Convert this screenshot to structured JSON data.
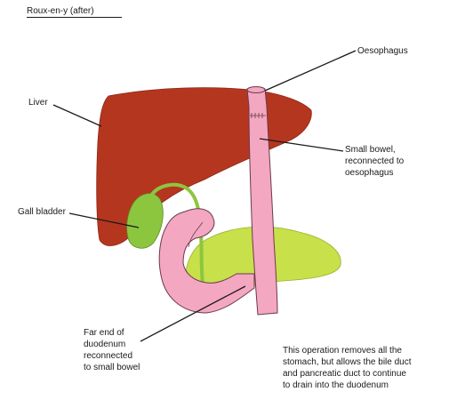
{
  "title": "Roux-en-y (after)",
  "labels": {
    "liver": "Liver",
    "gall_bladder": "Gall bladder",
    "oesophagus": "Oesophagus",
    "small_bowel": "Small bowel,\nreconnected to\noesophagus",
    "far_end": "Far end of\nduodenum\nreconnected\nto small bowel"
  },
  "note": "This operation removes all the\nstomach, but allows the bile duct\nand pancreatic duct to continue\nto drain into the duodenum",
  "colors": {
    "liver": "#b5361f",
    "gall_bladder": "#8cc63f",
    "pancreas": "#c8e04a",
    "bowel": "#f4a7c0"
  }
}
